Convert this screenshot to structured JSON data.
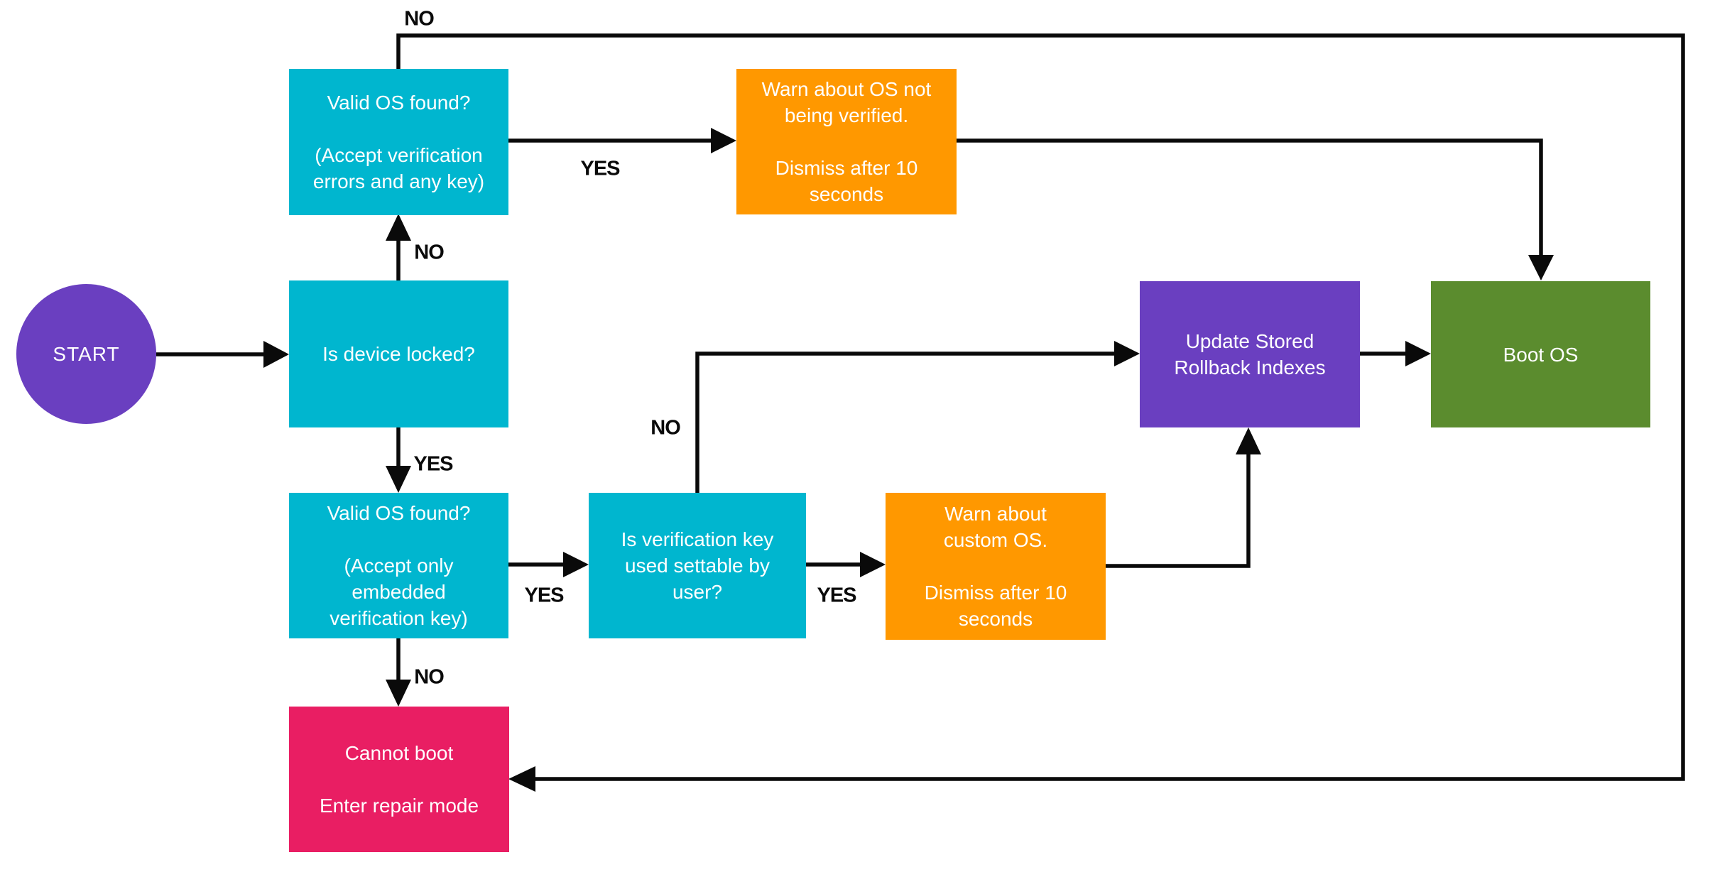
{
  "diagram": {
    "type": "flowchart",
    "description": "Boot verification flow",
    "colors": {
      "cyan": "#00b6cf",
      "orange": "#ff9800",
      "purple": "#6a3fc0",
      "green": "#5b8c2e",
      "pink": "#e91e63",
      "line": "#0a0a0a",
      "text": "#ffffff",
      "background": "#ffffff"
    },
    "nodes": {
      "start": {
        "shape": "ellipse",
        "color_key": "purple",
        "lines": [
          "START"
        ]
      },
      "is_device_locked": {
        "shape": "rect",
        "color_key": "cyan",
        "lines": [
          "Is device locked?"
        ]
      },
      "valid_os_any_key": {
        "shape": "rect",
        "color_key": "cyan",
        "lines": [
          "Valid OS found?",
          "",
          "(Accept verification",
          "errors and any key)"
        ]
      },
      "warn_os_not_verified": {
        "shape": "rect",
        "color_key": "orange",
        "lines": [
          "Warn about OS not",
          "being verified.",
          "",
          "Dismiss after 10",
          "seconds"
        ]
      },
      "valid_os_embedded_key": {
        "shape": "rect",
        "color_key": "cyan",
        "lines": [
          "Valid OS found?",
          "",
          "(Accept only",
          "embedded",
          "verification key)"
        ]
      },
      "verification_key_settable": {
        "shape": "rect",
        "color_key": "cyan",
        "lines": [
          "Is verification key",
          "used settable by",
          "user?"
        ]
      },
      "warn_custom_os": {
        "shape": "rect",
        "color_key": "orange",
        "lines": [
          "Warn about",
          "custom OS.",
          "",
          "Dismiss after 10",
          "seconds"
        ]
      },
      "update_rollback_indexes": {
        "shape": "rect",
        "color_key": "purple",
        "lines": [
          "Update Stored",
          "Rollback Indexes"
        ]
      },
      "boot_os": {
        "shape": "rect",
        "color_key": "green",
        "lines": [
          "Boot OS"
        ]
      },
      "cannot_boot": {
        "shape": "rect",
        "color_key": "pink",
        "lines": [
          "Cannot boot",
          "",
          "Enter repair mode"
        ]
      }
    },
    "edges": [
      {
        "from": "start",
        "to": "is_device_locked",
        "label": ""
      },
      {
        "from": "is_device_locked",
        "to": "valid_os_any_key",
        "label": "NO"
      },
      {
        "from": "is_device_locked",
        "to": "valid_os_embedded_key",
        "label": "YES"
      },
      {
        "from": "valid_os_any_key",
        "to": "warn_os_not_verified",
        "label": "YES"
      },
      {
        "from": "valid_os_any_key",
        "to": "cannot_boot",
        "label": "NO"
      },
      {
        "from": "warn_os_not_verified",
        "to": "boot_os",
        "label": ""
      },
      {
        "from": "valid_os_embedded_key",
        "to": "verification_key_settable",
        "label": "YES"
      },
      {
        "from": "valid_os_embedded_key",
        "to": "cannot_boot",
        "label": "NO"
      },
      {
        "from": "verification_key_settable",
        "to": "update_rollback_indexes",
        "label": "NO"
      },
      {
        "from": "verification_key_settable",
        "to": "warn_custom_os",
        "label": "YES"
      },
      {
        "from": "warn_custom_os",
        "to": "update_rollback_indexes",
        "label": ""
      },
      {
        "from": "update_rollback_indexes",
        "to": "boot_os",
        "label": ""
      }
    ]
  }
}
